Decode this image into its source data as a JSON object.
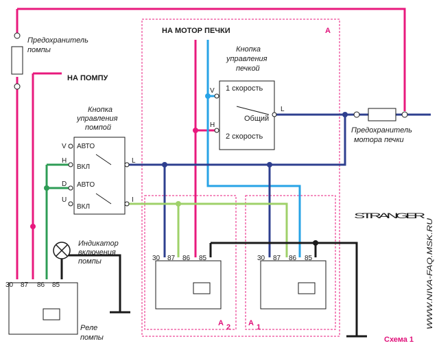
{
  "labels": {
    "to_heater_motor": "НА МОТОР ПЕЧКИ",
    "to_pump": "НА ПОМПУ",
    "pump_fuse_line1": "Предохранитель",
    "pump_fuse_line2": "помпы",
    "pump_button_line1": "Кнопка",
    "pump_button_line2": "управления",
    "pump_button_line3": "помпой",
    "heater_button_line1": "Кнопка",
    "heater_button_line2": "управления",
    "heater_button_line3": "печкой",
    "speed1": "1 скорость",
    "common": "Общий",
    "speed2": "2 скорость",
    "heater_fuse_line1": "Предохранитель",
    "heater_fuse_line2": "мотора печки",
    "indicator_line1": "Индикатор",
    "indicator_line2": "включения",
    "indicator_line3": "помпы",
    "relay_line1": "Реле",
    "relay_line2": "помпы",
    "logo": "STRANGER",
    "website": "WWW.NIVA-FAQ.MSK.RU",
    "scheme": "Схема 1"
  },
  "zones": {
    "A": "A",
    "A2_main": "A",
    "A2_sub": "2",
    "A1_main": "A",
    "A1_sub": "1"
  },
  "switch_pins": {
    "V": "V",
    "H": "H",
    "D": "D",
    "U": "U",
    "L": "L",
    "I": "I"
  },
  "switch_positions": {
    "avto1": "АВТО",
    "vkl1": "ВКЛ",
    "avto2": "АВТО",
    "vkl2": "ВКЛ"
  },
  "relay_pins": {
    "p30": "30",
    "p87": "87",
    "p86": "86",
    "p85": "85"
  },
  "colors": {
    "power": "#e8197d",
    "blue": "#27a3e6",
    "navy": "#2e3f8f",
    "green": "#2e9c55",
    "lime": "#9fd16a",
    "ground": "#1a1a1a",
    "zone": "#e8197d"
  }
}
